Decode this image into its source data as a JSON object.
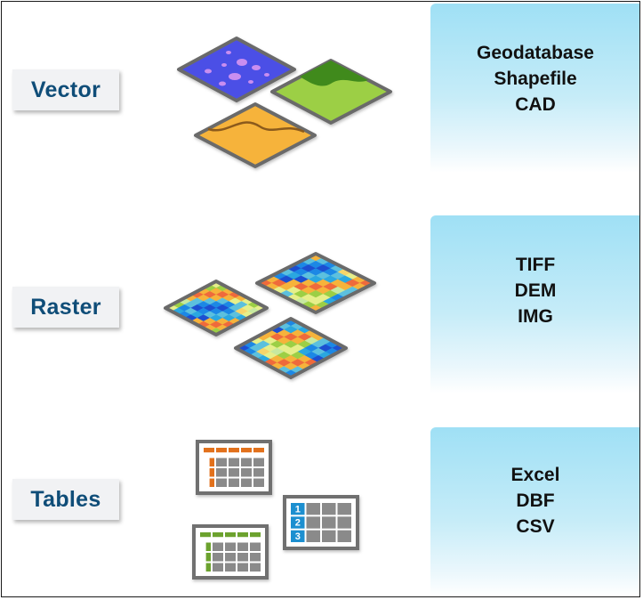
{
  "categories": [
    {
      "id": "vector",
      "label": "Vector",
      "formats": [
        "Geodatabase",
        "Shapefile",
        "CAD"
      ]
    },
    {
      "id": "raster",
      "label": "Raster",
      "formats": [
        "TIFF",
        "DEM",
        "IMG"
      ]
    },
    {
      "id": "tables",
      "label": "Tables",
      "formats": [
        "Excel",
        "DBF",
        "CSV"
      ]
    }
  ],
  "icons": {
    "vector": [
      "points-map-tile-icon",
      "polygon-map-tile-icon",
      "line-map-tile-icon"
    ],
    "raster": [
      "raster-grid-tile-icon",
      "raster-grid-tile-icon",
      "raster-grid-tile-icon"
    ],
    "tables": [
      "orange-table-icon",
      "numbered-table-icon",
      "green-table-icon"
    ]
  },
  "table_row_numbers": [
    "1",
    "2",
    "3"
  ],
  "colors": {
    "label_text": "#0f4d78",
    "label_bg": "#f1f2f4",
    "format_box": "#9fe0f5",
    "points_tile": "#4b4fe6",
    "polygon_tile": "#9ccf45",
    "line_tile": "#f6b33b",
    "tile_border": "#6b6b6b",
    "orange_header": "#e2711e",
    "blue_header": "#1f8fd0",
    "green_header": "#6ca22e"
  }
}
